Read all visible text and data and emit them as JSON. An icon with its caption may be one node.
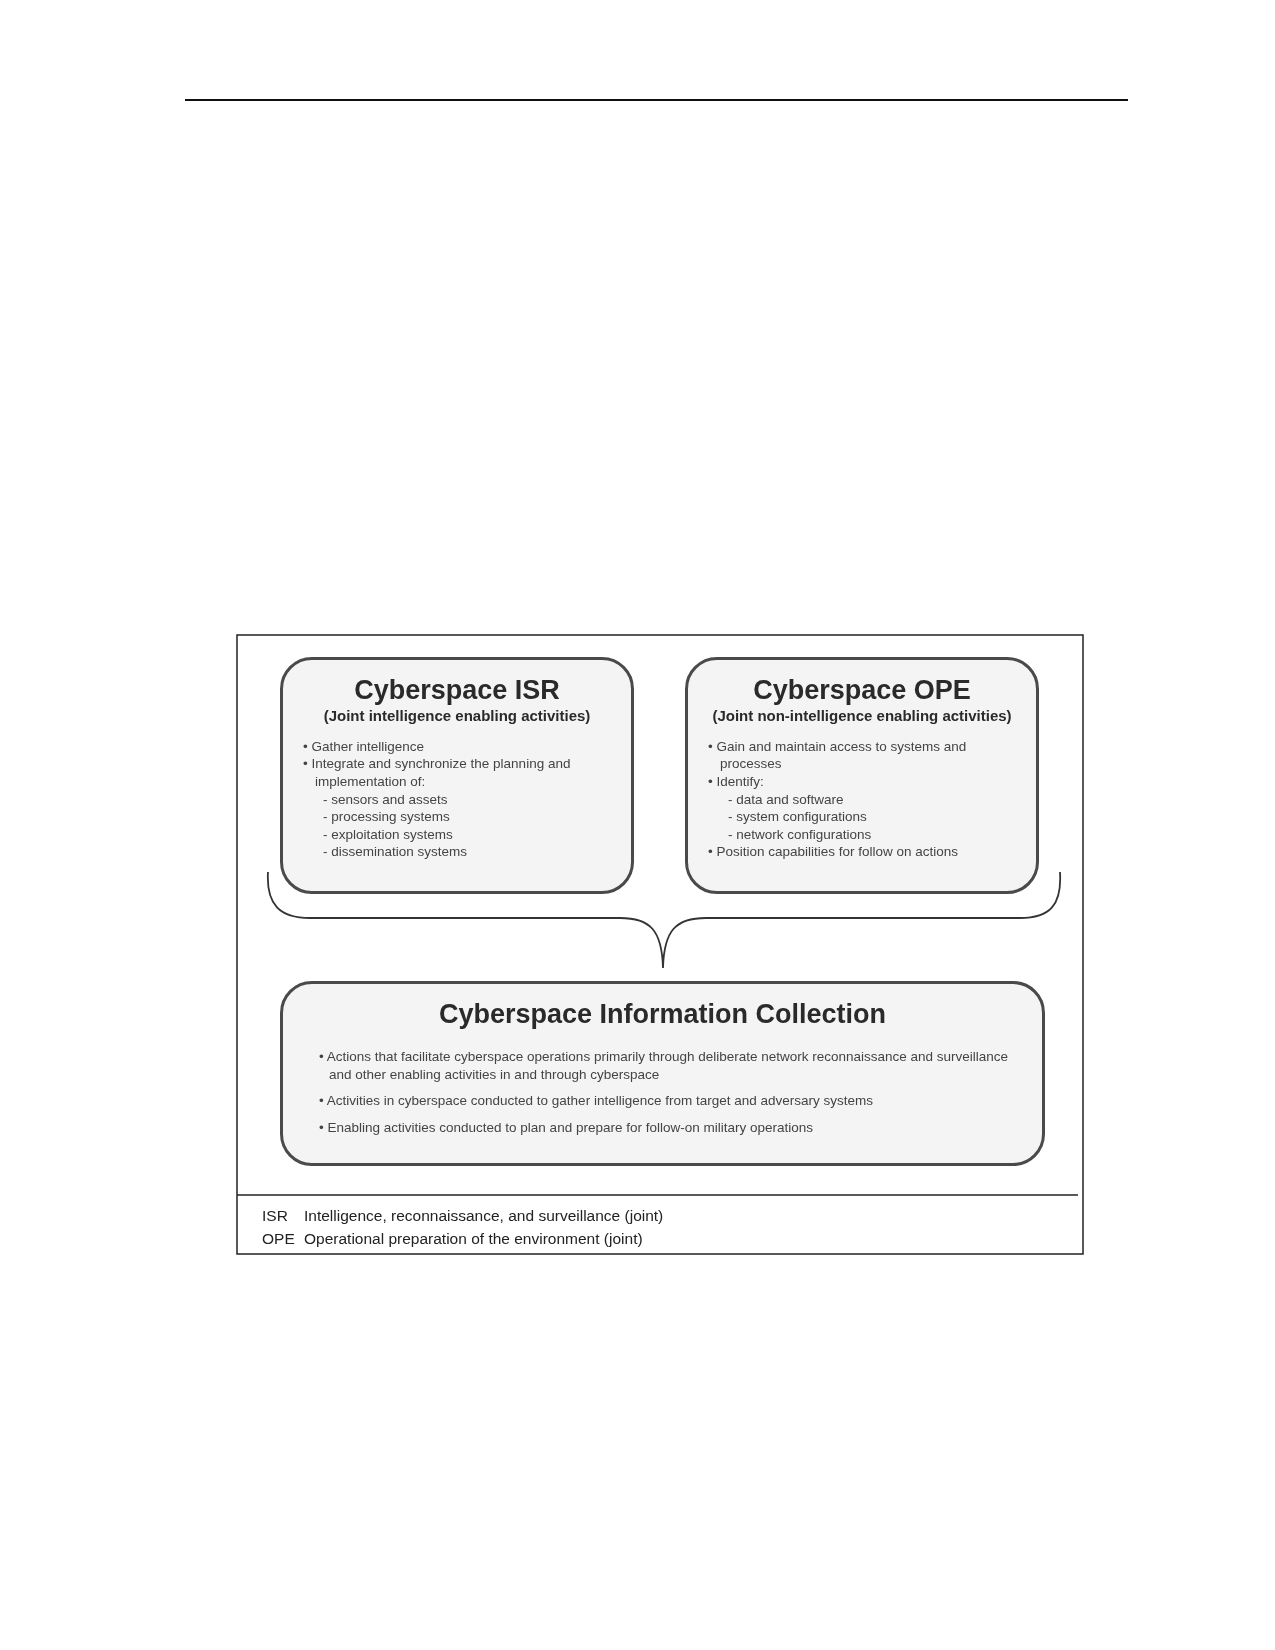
{
  "diagram": {
    "nodes": [
      {
        "text": [
          "Cyberspace ISR",
          "(Joint intelligence enabling activities)",
          "• Gather intelligence",
          "• Integrate and synchronize the planning and implementation of:",
          "- sensors and assets",
          "- processing systems",
          "- exploitation systems",
          "- dissemination systems"
        ]
      },
      {
        "text": [
          "Cyberspace OPE",
          "(Joint non-intelligence enabling activities)",
          "• Gain and maintain access to systems and processes",
          "• Identify:",
          "- data and software",
          "- system configurations",
          "- network configurations",
          "• Position capabilities for follow on actions"
        ]
      },
      {
        "text": [
          "Cyberspace Information Collection",
          "• Actions that facilitate cyberspace operations primarily through deliberate network reconnaissance and surveillance and other enabling activities in and through cyberspace",
          "• Activities in cyberspace conducted to gather intelligence from target and adversary systems",
          "• Enabling activities conducted to plan and prepare for follow-on military operations"
        ]
      }
    ],
    "labels": [
      "ISR",
      "Intelligence, reconnaissance, and surveillance (joint)",
      "OPE",
      "Operational preparation of the environment (joint)"
    ]
  }
}
